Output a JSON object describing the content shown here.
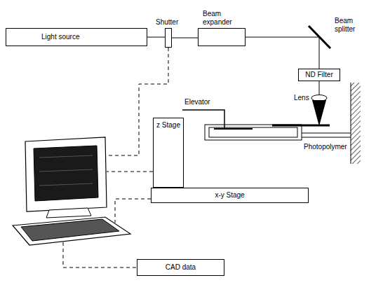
{
  "diagram": {
    "nodes": [
      {
        "text": [
          "Light source"
        ]
      },
      {
        "text": [
          "Shutter"
        ]
      },
      {
        "text": [
          "Beam expander"
        ]
      },
      {
        "text": [
          "ND Filter"
        ]
      },
      {
        "text": [
          "z Stage"
        ]
      },
      {
        "text": [
          "x-y Stage"
        ]
      },
      {
        "text": [
          "CAD data"
        ]
      }
    ],
    "edges": [
      {
        "from": 0,
        "to": 1,
        "arrow": "none"
      },
      {
        "from": 1,
        "to": 2,
        "arrow": "none"
      },
      {
        "from": 2,
        "to": 3,
        "arrow": "none"
      }
    ],
    "labels": [
      "Beam splitter",
      "Elevator",
      "Lens",
      "Photopolymer"
    ]
  }
}
